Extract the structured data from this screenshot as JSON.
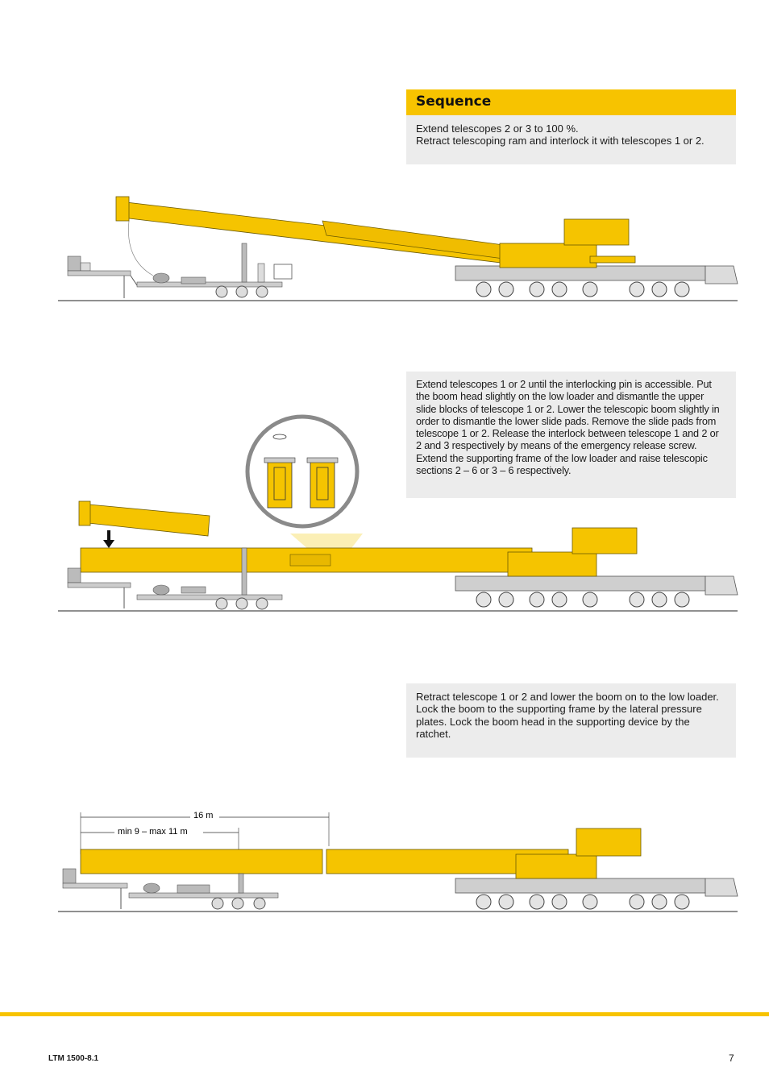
{
  "section_title": "Sequence",
  "steps": [
    {
      "lines": [
        "Extend telescopes 2 or 3 to 100 %.",
        "Retract telescoping ram and interlock it with telescopes 1 or 2."
      ]
    },
    {
      "lines": [
        "Extend telescopes 1 or 2 until the interlocking pin is accessible. Put the boom head slightly on the low loader and dismantle the upper slide blocks of telescope 1 or 2. Lower the telescopic boom slightly in order to dismantle the lower slide pads. Remove the slide pads from telescope 1 or 2. Release the interlock between telescope 1 and 2 or 2 and 3 respectively by means of the emergency release screw. Extend the supporting frame of the low loader and raise telescopic sections 2 – 6 or 3 – 6 respectively."
      ]
    },
    {
      "lines": [
        "Retract telescope 1 or 2 and lower the boom on to the low loader.",
        "Lock the boom to the supporting frame by the lateral pressure plates. Lock the boom head in the supporting device by the ratchet."
      ]
    }
  ],
  "dimensions": {
    "overall": "16 m",
    "range": "min 9 – max 11 m"
  },
  "footer": {
    "model": "LTM 1500-8.1",
    "page": "7"
  },
  "colors": {
    "accent": "#f7c300",
    "boom": "#f5c400",
    "chassis": "#cfcfcf",
    "box": "#ececec"
  }
}
